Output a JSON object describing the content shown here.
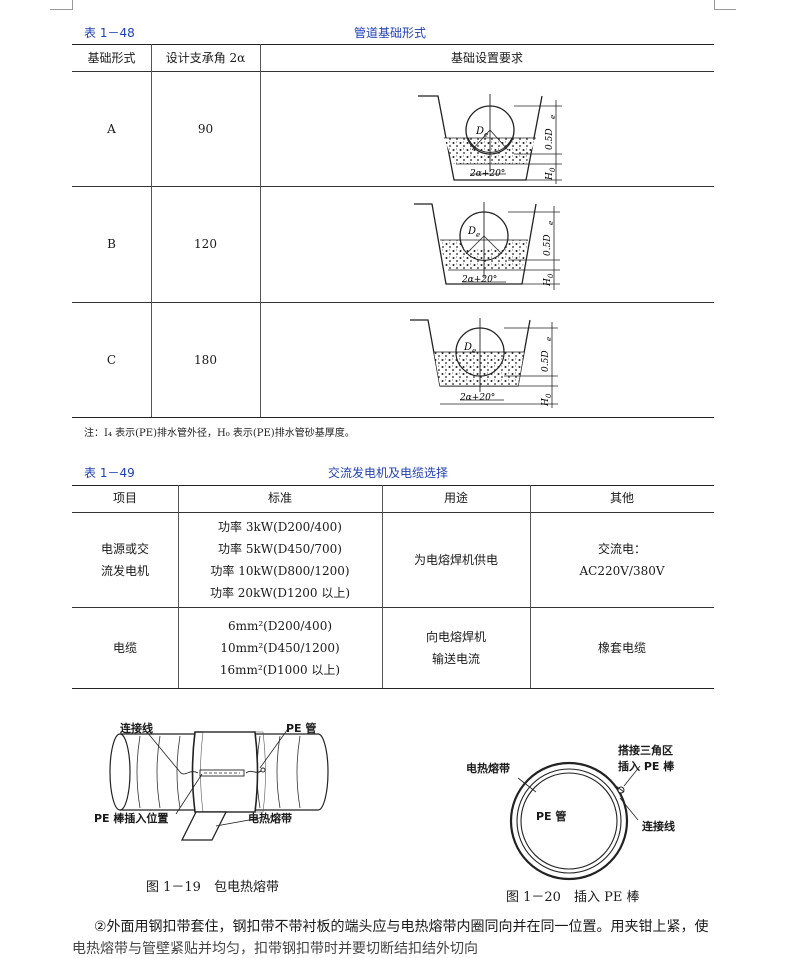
{
  "table48": {
    "caption": "表 1－48",
    "title": "管道基础形式",
    "headers": [
      "基础形式",
      "设计支承角 2α",
      "基础设置要求"
    ],
    "rows": [
      {
        "form": "A",
        "angle": "90"
      },
      {
        "form": "B",
        "angle": "120"
      },
      {
        "form": "C",
        "angle": "180"
      }
    ],
    "diagram": {
      "pipe_label": "D",
      "pipe_sub": "e",
      "angle_label": "2α+20°",
      "height_label": "0.5D",
      "height_sub": "e",
      "base_label": "H",
      "base_sub": "0"
    },
    "note": "注：I₄ 表示(PE)排水管外径，H₀ 表示(PE)排水管砂基厚度。"
  },
  "table49": {
    "caption": "表 1－49",
    "title": "交流发电机及电缆选择",
    "headers": [
      "项目",
      "标准",
      "用途",
      "其他"
    ],
    "rows": [
      {
        "item": [
          "电源或交",
          "流发电机"
        ],
        "standard": [
          "功率 3kW(D200/400)",
          "功率 5kW(D450/700)",
          "功率 10kW(D800/1200)",
          "功率 20kW(D1200 以上)"
        ],
        "use": [
          "为电熔焊机供电"
        ],
        "other": [
          "交流电：",
          "AC220V/380V"
        ]
      },
      {
        "item": [
          "电缆"
        ],
        "standard": [
          "6mm²(D200/400)",
          "10mm²(D450/1200)",
          "16mm²(D1000 以上)"
        ],
        "use": [
          "向电熔焊机",
          "输送电流"
        ],
        "other": [
          "橡套电缆"
        ]
      }
    ]
  },
  "figure19": {
    "labels": {
      "connect": "连接线",
      "pe_pipe": "PE 管",
      "insert_pos": "PE 棒插入位置",
      "heat_band": "电热熔带"
    },
    "caption": "图 1－19　包电热熔带"
  },
  "figure20": {
    "labels": {
      "heat_band": "电热熔带",
      "triangle": "搭接三角区",
      "insert": "插入 PE 棒",
      "pe_pipe": "PE 管",
      "connect": "连接线"
    },
    "caption": "图 1－20　插入 PE 棒"
  },
  "paragraph": "②外面用钢扣带套住，钢扣带不带衬板的端头应与电热熔带内圈同向并在同一位置。用夹钳上紧，使",
  "paragraph2": "电热熔带与管壁紧贴并均匀，扣带钢扣带时并要切断结扣结外切向"
}
